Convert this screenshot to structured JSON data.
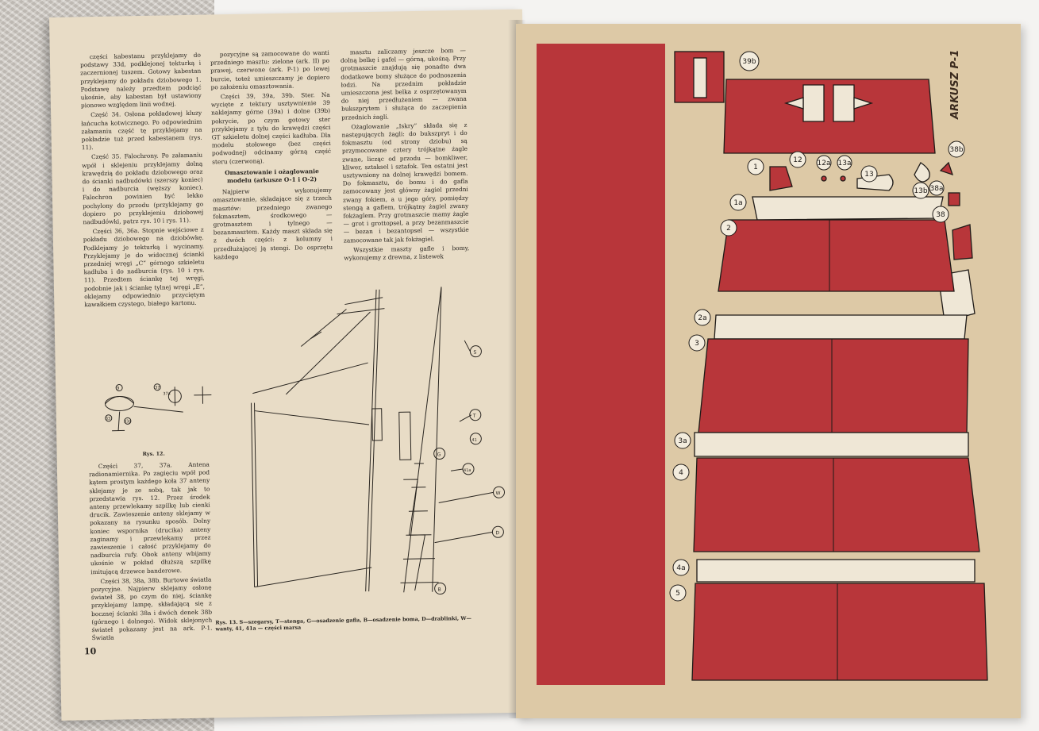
{
  "left_page": {
    "col1": [
      "części kabestanu przyklejamy do podstawy 33d, podklejonej tekturką i zaczernionej tuszem. Gotowy kabestan przyklejamy do pokładu dziobowego 1. Podstawę należy przedtem podciąć ukośnie, aby kabestan był ustawiony pionowo względem linii wodnej.",
      "Część 34. Osłona pokładowej kluzy łańcucha kotwicznego. Po odpowiednim załamaniu część tę przyklejamy na pokładzie tuż przed kabestanem (rys. 11).",
      "Część 35. Falochrony. Po załamaniu wpół i sklejeniu przyklejamy dolną krawędzią do pokładu dziobowego oraz do ścianki nadbudówki (szerszy koniec) i do nadburcia (węższy koniec). Falochron powinien być lekko pochylony do przodu (przyklejamy go dopiero po przyklejeniu dziobowej nadbudówki, patrz rys. 10 i rys. 11).",
      "Części 36, 36a. Stopnie wejściowe z pokładu dziobowego na dziobówkę. Podklejamy je tekturką i wycinamy. Przyklejamy je do widocznej ścianki przedniej wręgi „C” górnego szkieletu kadłuba i do nadburcia (rys. 10 i rys. 11). Przedtem ściankę tej wręgi, podobnie jak i ściankę tylnej wręgi „E”, oklejamy odpowiednio przyciętym kawałkiem czystego, białego kartonu."
    ],
    "col2": [
      "pozycyjne są zamocowane do wanti przedniego masztu: zielone (ark. II) po prawej, czerwone (ark. P-1) po lewej burcie, toteż umieszczamy je dopiero po założeniu omasztowania.",
      "Części 39, 39a, 39b. Ster. Na wycięte z tektury usztywnienie 39 naklejamy górne (39a) i dolne (39b) pokrycie, po czym gotowy ster przyklejamy z tyłu do krawędzi części GT szkieletu dolnej części kadłuba. Dla modelu stołowego (bez części podwodnej) odcinamy górną część steru (czerwoną)."
    ],
    "heading_mod": "Omasztowanie i ożaglowanie modelu (arkusze O-1 i O-2)",
    "col2b": [
      "Najpierw wykonujemy omasztowanie, składające się z trzech masztów: przedniego zwanego fokmasztem, środkowego — grotmasztem i tylnego — bezanmasztem. Każdy maszt składa się z dwóch części: z kolumny i przedłużającej ją stengi. Do osprzętu każdego"
    ],
    "col3": [
      "masztu zaliczamy jeszcze bom — dolną belkę i gafel — górną, ukośną. Przy grotmaszcie znajdują się ponadto dwa dodatkowe bomy służące do podnoszenia łodzi. Na przednim pokładzie umieszczona jest belka z osprzętowanym do niej przedłużeniem — zwana bukszprytem i służąca do zaczepienia przednich żagli.",
      "Ożaglowanie „Iskry” składa się z następujących żagli: do bukszpryt i do fokmasztu (od strony dziobu) są przymocowane cztery trójkątne żagle zwane, licząc od przodu — bomkliwer, kliwer, sztaksel i sztafok. Ten ostatni jest usztywniony na dolnej krawędzi bomem. Do fokmasztu, do bomu i do gafla zamocowany jest główny żagiel przedni zwany fokiem, a u jego góry, pomiędzy stengą a gaflem, trójkątny żagiel zwany fokżaglem. Przy grotmaszcie mamy żagle — grot i grottopsel, a przy bezanmaszcie — bezan i bezantopsel — wszystkie zamocowane tak jak fokżagiel.",
      "Wszystkie maszty gafle i bomy, wykonujemy z drewna, z listewek"
    ],
    "col4": [
      "Części 37, 37a. Antena radionamiernika. Po zagięciu wpół pod kątem prostym każdego koła 37 anteny sklejamy je ze sobą, tak jak to przedstawia rys. 12. Przez środek anteny przewlekamy szpilkę lub cienki drucik. Zawieszenie anteny sklejamy w pokazany na rysunku sposób. Dolny koniec wspornika (drucika) anteny zaginamy i przewlekamy przez zawieszenie i całość przyklejamy do nadburcia rufy. Obok anteny wbijamy ukośnie w pokład dłuższą szpilkę imitującą drzewce banderowe.",
      "Części 38, 38a, 38b. Burtowe światła pozycyjne. Najpierw sklejamy osłonę świateł 38, po czym do niej, ściankę przyklejamy lampę, składającą się z bocznej ścianki 38a i dwóch denek 38b (górnego i dolnego). Widok sklejonych świateł pokazany jest na ark. P-1. Światła"
    ],
    "fig12_caption": "Rys. 12.",
    "fig13_caption": "Rys. 13. S—szegarsy, T—stenga, G—osadzenie gafla, B—osadzenie boma, D—drablinki, W—wanty, 41, 41a — części marsa",
    "fig12_labels": [
      "9",
      "37",
      "33",
      "33a",
      "37a"
    ],
    "fig13_labels": [
      "S",
      "T",
      "G",
      "41",
      "41a",
      "W",
      "D",
      "B"
    ],
    "page_number": "10"
  },
  "right_page": {
    "sheet_title": "ARKUSZ P-1",
    "part_labels": [
      "39b",
      "1",
      "12",
      "12a",
      "13a",
      "13",
      "13b",
      "38a",
      "38b",
      "38",
      "1a",
      "2",
      "2a",
      "3",
      "3a",
      "4",
      "4a",
      "5"
    ],
    "colors": {
      "red": "#b8363a",
      "cream": "#efe7d6",
      "paper": "#ddc9a6"
    }
  }
}
